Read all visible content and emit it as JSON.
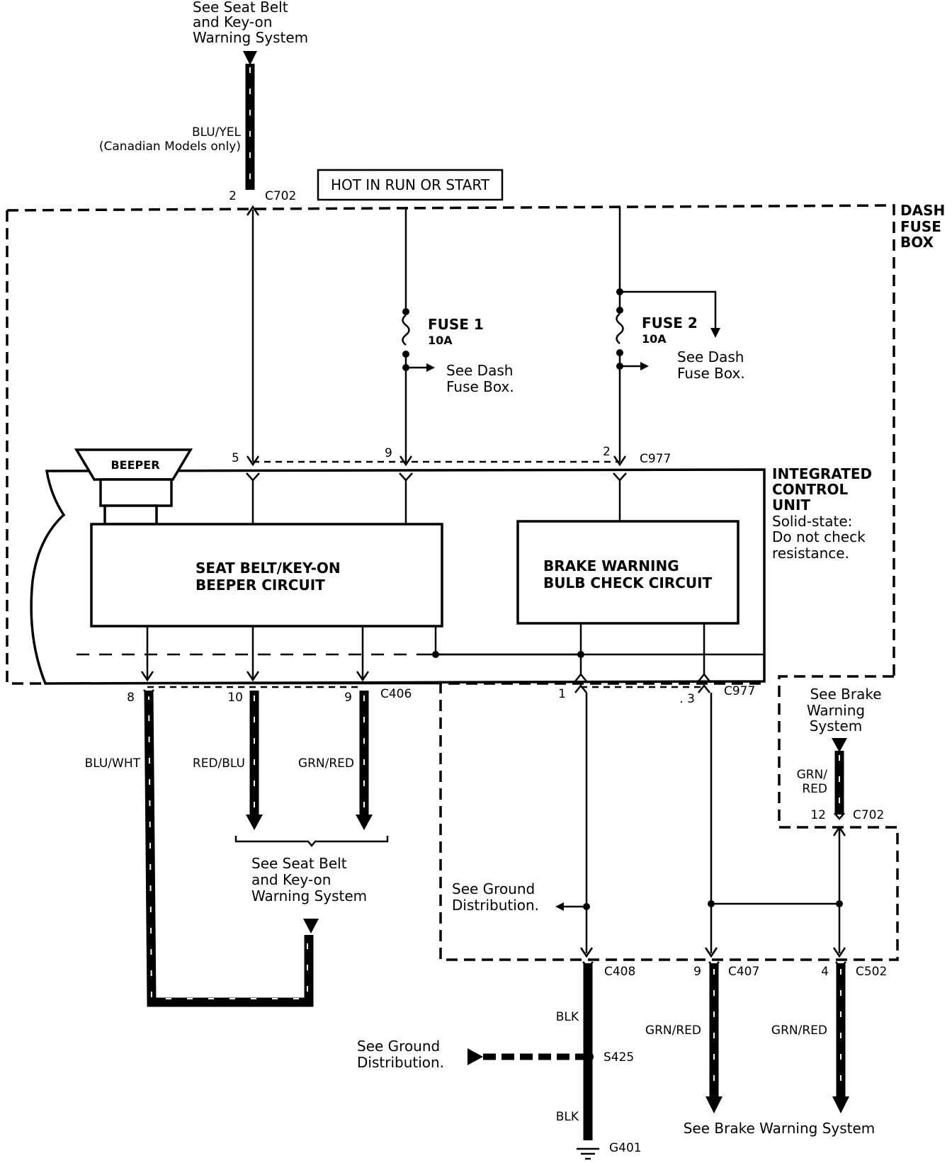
{
  "top_ref": [
    "See Seat Belt",
    "and Key-on",
    "Warning System"
  ],
  "wire_top": {
    "color": "BLU/YEL",
    "note": "(Canadian Models only)",
    "pin": "2",
    "connector": "C702"
  },
  "hot_label": "HOT IN RUN OR START",
  "dash_fuse_box": [
    "DASH",
    "FUSE",
    "BOX"
  ],
  "fuse1": {
    "name": "FUSE 1",
    "rating": "10A",
    "ref": [
      "See Dash",
      "Fuse Box."
    ]
  },
  "fuse2": {
    "name": "FUSE 2",
    "rating": "10A",
    "ref": [
      "See Dash",
      "Fuse Box."
    ]
  },
  "c977_top": {
    "pins": [
      "5",
      "9",
      "2"
    ],
    "connector": "C977"
  },
  "beeper": "BEEPER",
  "icu": {
    "title": [
      "INTEGRATED",
      "CONTROL",
      "UNIT"
    ],
    "note": [
      "Solid-state:",
      "Do not check",
      "resistance."
    ]
  },
  "beeper_circuit": [
    "SEAT BELT/KEY-ON",
    "BEEPER CIRCUIT"
  ],
  "brake_circuit": [
    "BRAKE WARNING",
    "BULB CHECK CIRCUIT"
  ],
  "c406": {
    "pins": [
      "8",
      "10",
      "9"
    ],
    "connector": "C406"
  },
  "c977_bottom": {
    "pins": [
      "1",
      ". 3"
    ],
    "connector": "C977"
  },
  "wires_left": [
    "BLU/WHT",
    "RED/BLU",
    "GRN/RED"
  ],
  "seat_belt_ref": [
    "See Seat Belt",
    "and Key-on",
    "Warning System"
  ],
  "brake_ref_right": [
    "See Brake",
    "Warning",
    "System"
  ],
  "grn_red_stack": [
    "GRN/",
    "RED"
  ],
  "c702_right": {
    "pin": "12",
    "connector": "C702"
  },
  "ground_ref_1": [
    "See Ground",
    "Distribution."
  ],
  "ground_ref_2": [
    "See Ground",
    "Distribution."
  ],
  "bottom_connectors": {
    "c408": "C408",
    "c407_pin": "9",
    "c407": "C407",
    "c502_pin": "4",
    "c502": "C502"
  },
  "blk": "BLK",
  "splice": "S425",
  "ground": "G401",
  "bottom_wires": [
    "GRN/RED",
    "GRN/RED"
  ],
  "brake_ref_bottom": "See Brake Warning System"
}
